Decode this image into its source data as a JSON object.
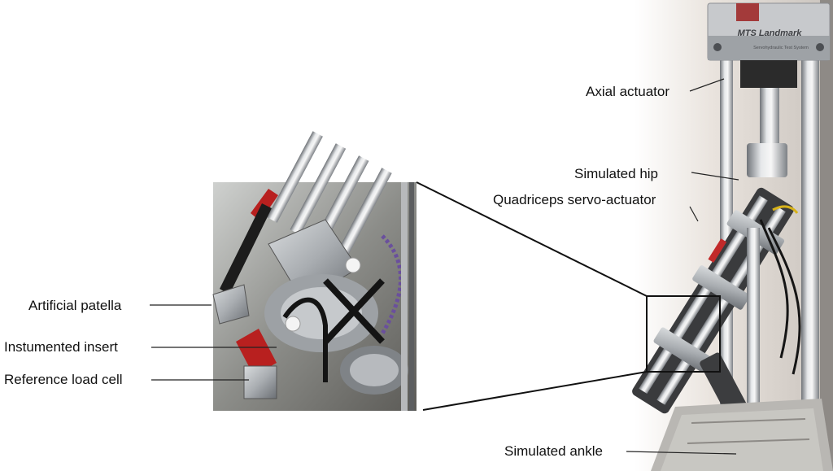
{
  "rig_plate": {
    "brand": "MTS Landmark",
    "sub": "Servohydraulic Test System"
  },
  "labels": {
    "axial_actuator": "Axial actuator",
    "simulated_hip": "Simulated hip",
    "quadriceps": "Quadriceps servo-actuator",
    "simulated_ankle": "Simulated ankle",
    "artificial_patella": "Artificial patella",
    "instrumented_insert": "Instumented insert",
    "reference_load_cell": "Reference load cell"
  }
}
